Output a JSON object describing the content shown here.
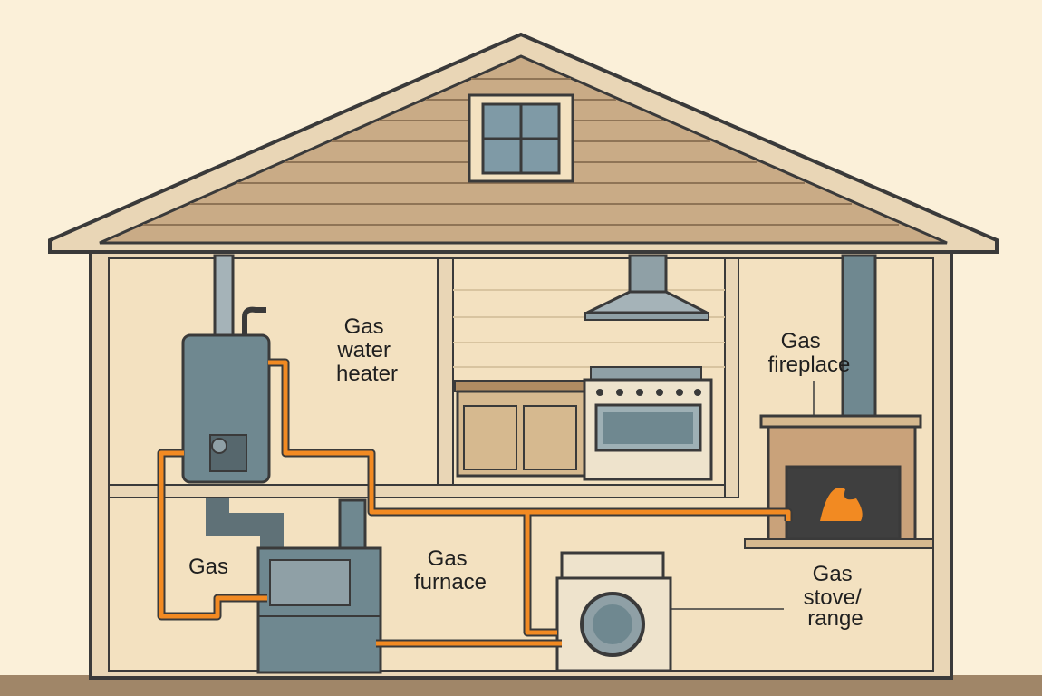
{
  "labels": {
    "water_heater": [
      "Gas",
      "water",
      "heater"
    ],
    "fireplace": [
      "Gas",
      "fireplace"
    ],
    "gas": "Gas",
    "furnace": [
      "Gas",
      "furnace"
    ],
    "stove": [
      "Gas",
      "stove/",
      "range"
    ]
  },
  "colors": {
    "background": "#fbf0d9",
    "roof": "#c9ab86",
    "wall_interior": "#f3e1c0",
    "gas_line": "#f28a22",
    "appliance_metal": "#6f8890",
    "outline": "#3a3a3a"
  }
}
